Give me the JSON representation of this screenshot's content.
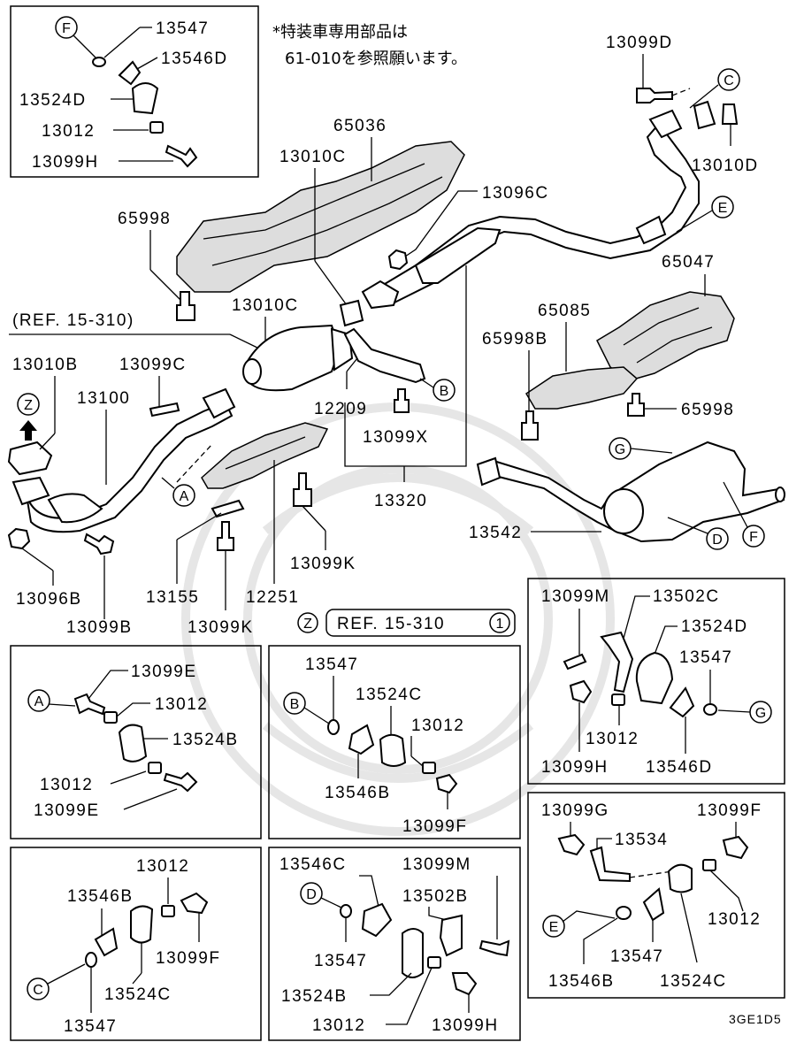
{
  "note": {
    "line1": "*特装車専用部品は",
    "line2": "61-010を参照願います。"
  },
  "ref_top": "(REF. 15-310)",
  "ref_bottom_letter": "Z",
  "ref_bottom": "REF. 15-310",
  "ref_bottom_num": "1",
  "diagram_code": "3GE1D5",
  "box_F": {
    "letter": "F",
    "labels": [
      "13547",
      "13546D",
      "13524D",
      "13012",
      "13099H"
    ]
  },
  "main": {
    "labels": {
      "p65036": "65036",
      "p13010C_a": "13010C",
      "p13010C_b": "13010C",
      "p13096C": "13096C",
      "p13099D": "13099D",
      "p13010D": "13010D",
      "p65998_a": "65998",
      "p65998_b": "65998",
      "p65998B": "65998B",
      "p65047": "65047",
      "p65085": "65085",
      "p13010B": "13010B",
      "p13099C": "13099C",
      "p13100": "13100",
      "p12209": "12209",
      "p13099X": "13099X",
      "p13320": "13320",
      "p13542": "13542",
      "p13096B": "13096B",
      "p13099B": "13099B",
      "p13155": "13155",
      "p12251": "12251",
      "p13099K_a": "13099K",
      "p13099K_b": "13099K"
    },
    "callouts": {
      "c_C": "C",
      "c_E": "E",
      "c_B": "B",
      "c_Z": "Z",
      "c_A": "A",
      "c_G": "G",
      "c_D": "D",
      "c_F": "F"
    }
  },
  "box_A": {
    "letter": "A",
    "labels": [
      "13099E",
      "13012",
      "13524B",
      "13012",
      "13099E"
    ]
  },
  "box_B": {
    "letter": "B",
    "labels": [
      "13547",
      "13524C",
      "13012",
      "13546B",
      "13099F"
    ]
  },
  "box_G": {
    "letter": "G",
    "labels": [
      "13099M",
      "13502C",
      "13524D",
      "13547",
      "13012",
      "13099H",
      "13546D"
    ]
  },
  "box_C": {
    "letter": "C",
    "labels": [
      "13012",
      "13546B",
      "13099F",
      "13524C",
      "13547"
    ]
  },
  "box_D": {
    "letter": "D",
    "labels": [
      "13546C",
      "13099M",
      "13502B",
      "13547",
      "13524B",
      "13012",
      "13099H"
    ]
  },
  "box_E": {
    "letter": "E",
    "labels": [
      "13099G",
      "13534",
      "13099F",
      "13012",
      "13546B",
      "13547",
      "13524C"
    ]
  }
}
